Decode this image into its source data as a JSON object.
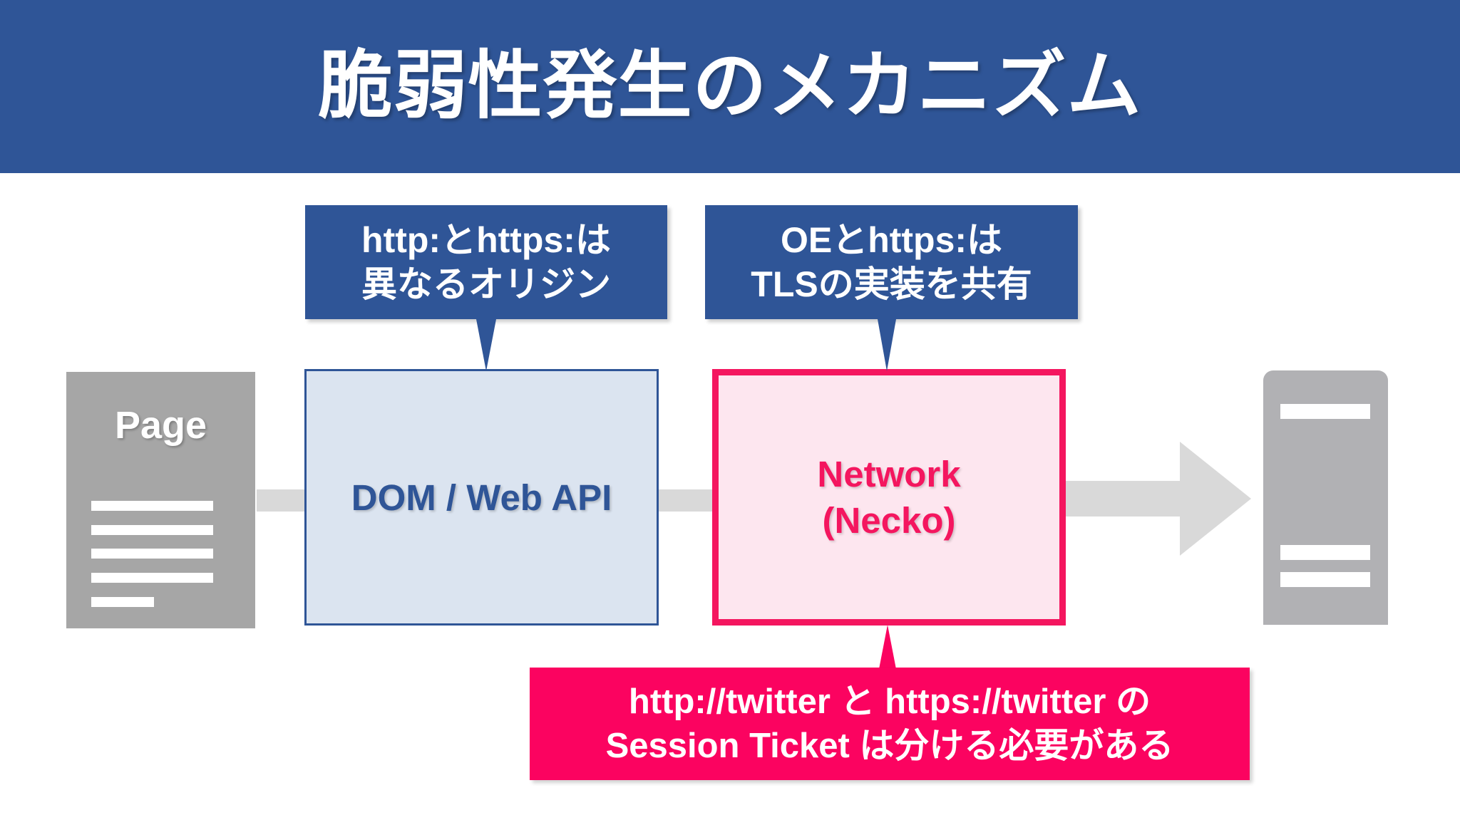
{
  "slide": {
    "title": "脆弱性発生のメカニズム",
    "colors": {
      "banner_blue": "#2f5597",
      "box_blue_fill": "#dbe4f0",
      "box_blue_border": "#2f5597",
      "box_pink_fill": "#fde6ef",
      "box_pink_border": "#f4165f",
      "callout_pink": "#fb0360",
      "gray_icon": "#a6a6a6",
      "gray_connector": "#d9d9d9"
    }
  },
  "diagram": {
    "page_icon": {
      "label": "Page",
      "icon": "document-icon",
      "text_line_count": 5
    },
    "dom_box": {
      "label": "DOM / Web API"
    },
    "network_box": {
      "line1": "Network",
      "line2": "(Necko)"
    },
    "server_icon": {
      "icon": "server-icon",
      "bar_count": 3
    },
    "arrow": {
      "icon": "arrow-right-icon",
      "direction": "right"
    },
    "connectors": [
      {
        "name": "page-to-dom"
      },
      {
        "name": "dom-to-network"
      }
    ]
  },
  "callouts": {
    "origin": {
      "line1": "http:とhttps:は",
      "line2": "異なるオリジン",
      "points_to": "dom-box"
    },
    "tls": {
      "line1": "OEとhttps:は",
      "line2": "TLSの実装を共有",
      "points_to": "network-box"
    },
    "ticket": {
      "line1": "http://twitter と https://twitter の",
      "line2": "Session Ticket は分ける必要がある",
      "points_to": "network-box"
    }
  }
}
